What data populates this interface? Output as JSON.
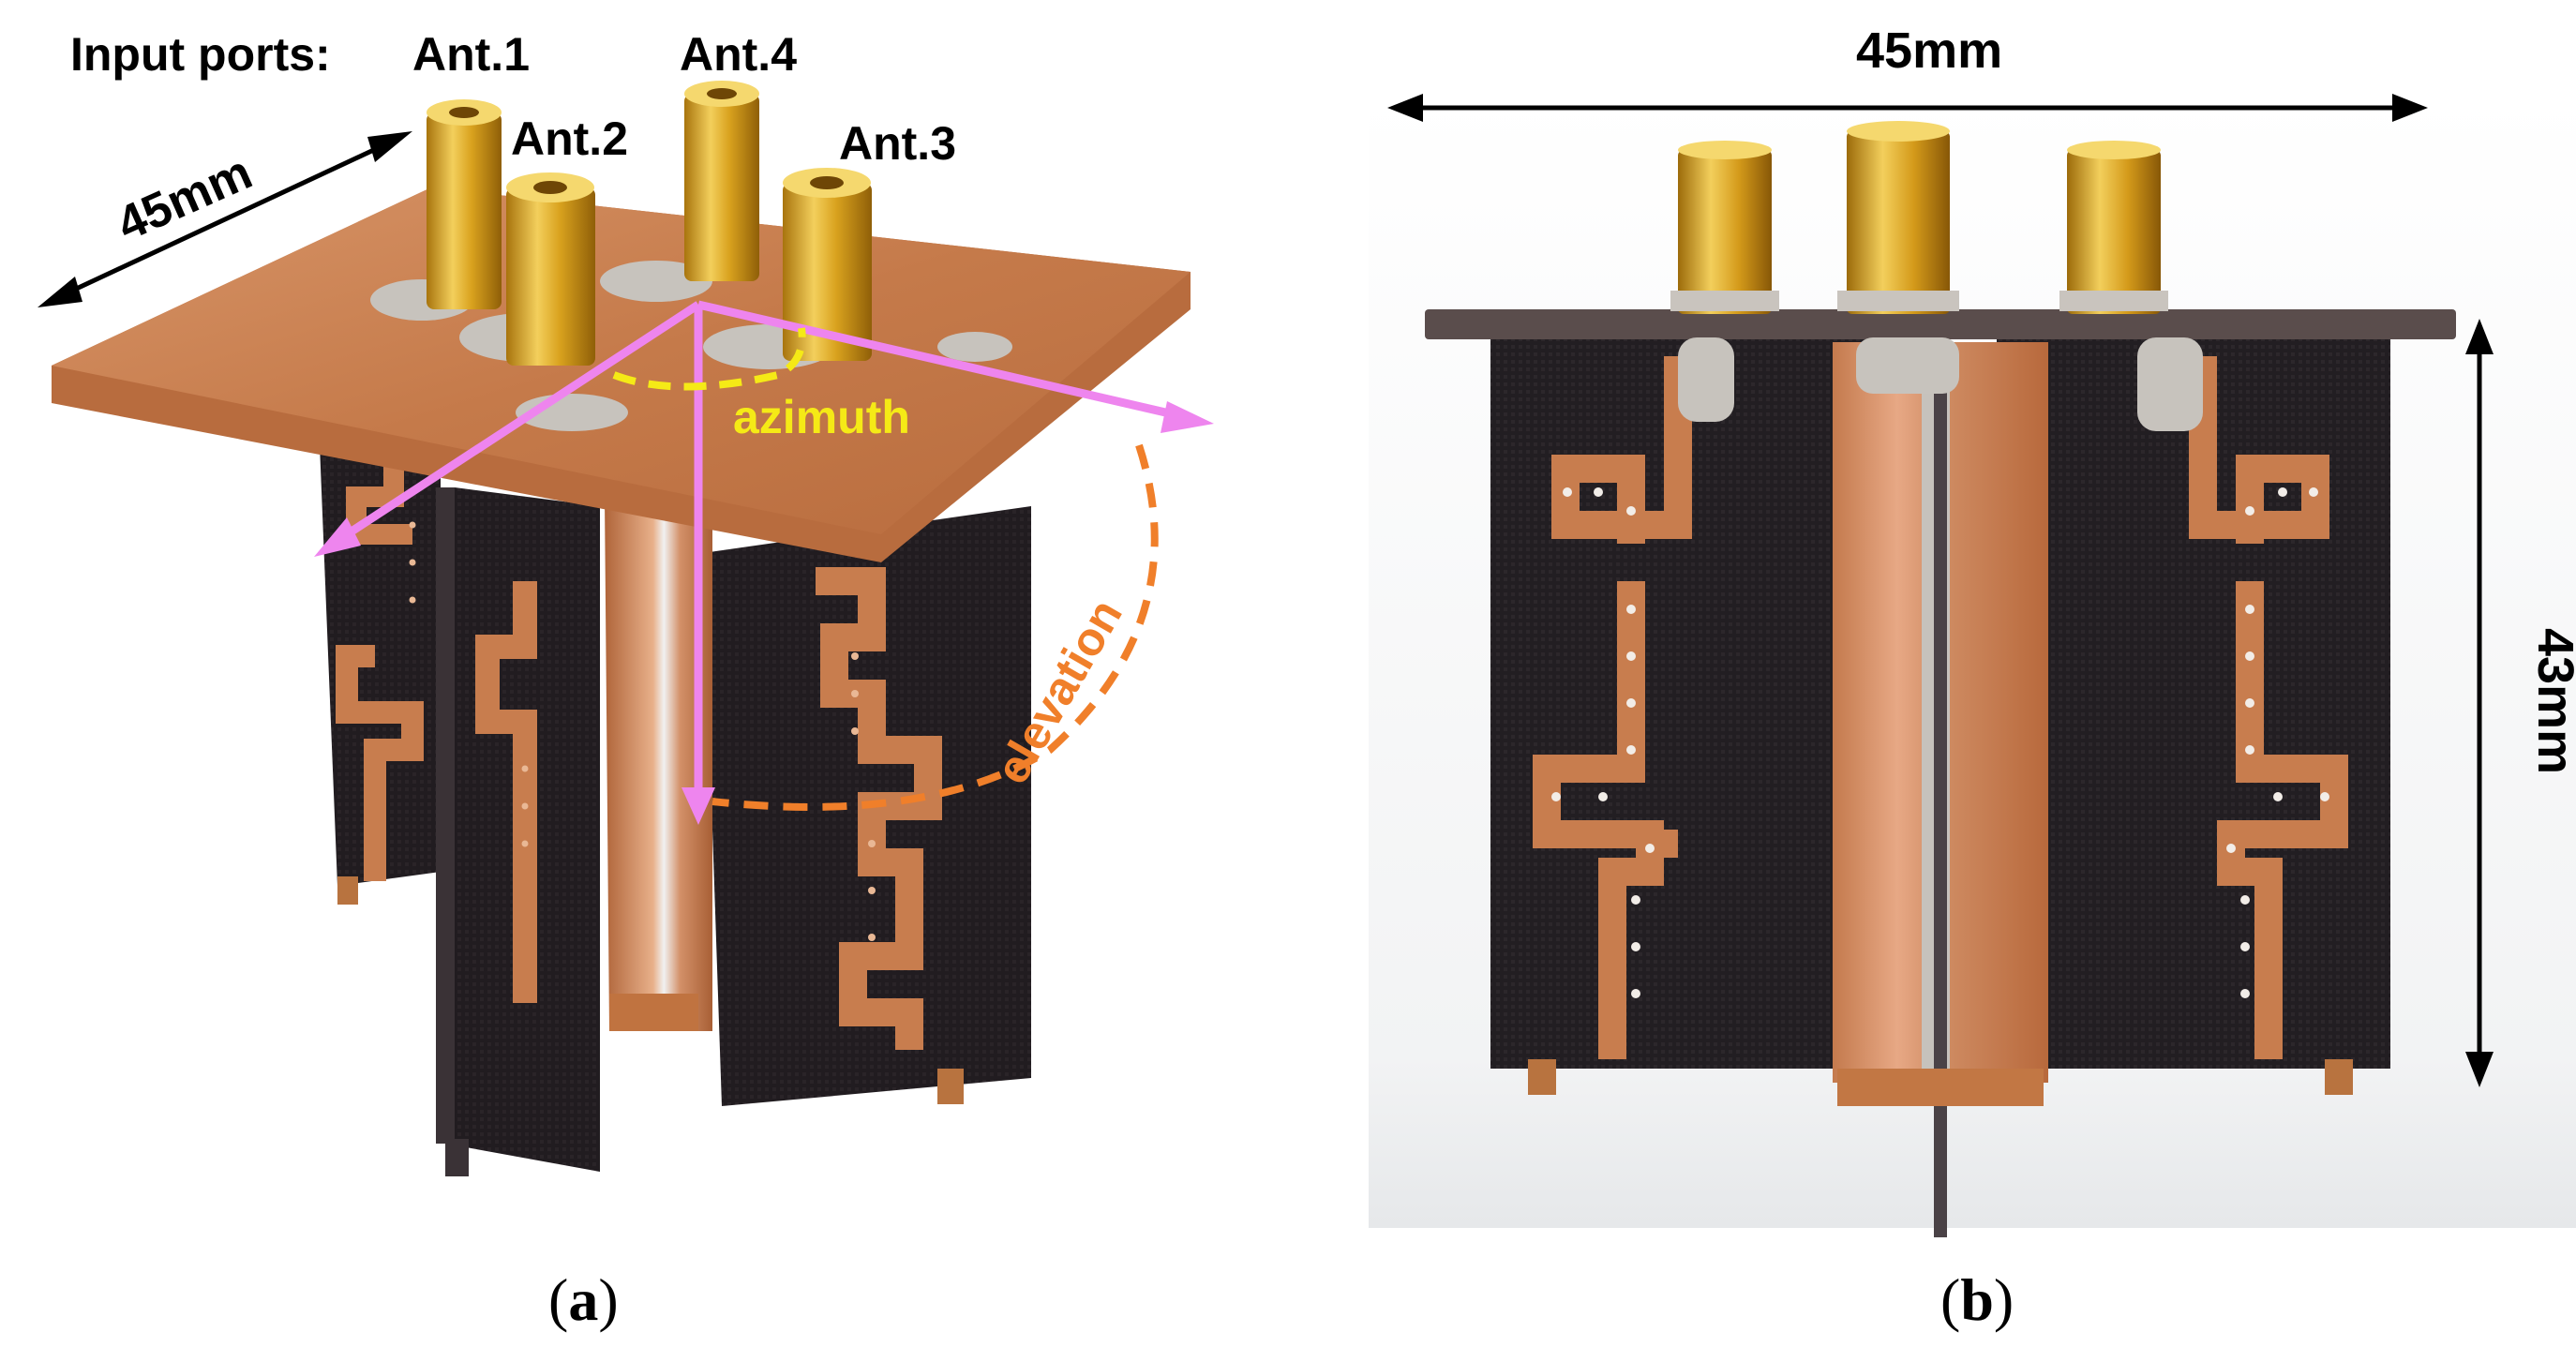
{
  "panel_a": {
    "input_ports_label": "Input ports:",
    "ports": [
      "Ant.1",
      "Ant.2",
      "Ant.4",
      "Ant.3"
    ],
    "width_dim": "45mm",
    "azimuth_label": "azimuth",
    "elevation_label": "elevation",
    "caption_open": "(",
    "caption_letter": "a",
    "caption_close": ")"
  },
  "panel_b": {
    "width_dim": "45mm",
    "height_dim": "43mm",
    "caption_open": "(",
    "caption_letter": "b",
    "caption_close": ")"
  },
  "colors": {
    "copper": "#c87d4e",
    "copper_light": "#e3a075",
    "substrate_black": "#1f1b1e",
    "gold": "#d7a21c",
    "solder": "#c7c3bd",
    "azimuth_yellow": "#f5ea16",
    "elevation_orange": "#f07f2a",
    "arrow_pink": "#ee85ee"
  }
}
